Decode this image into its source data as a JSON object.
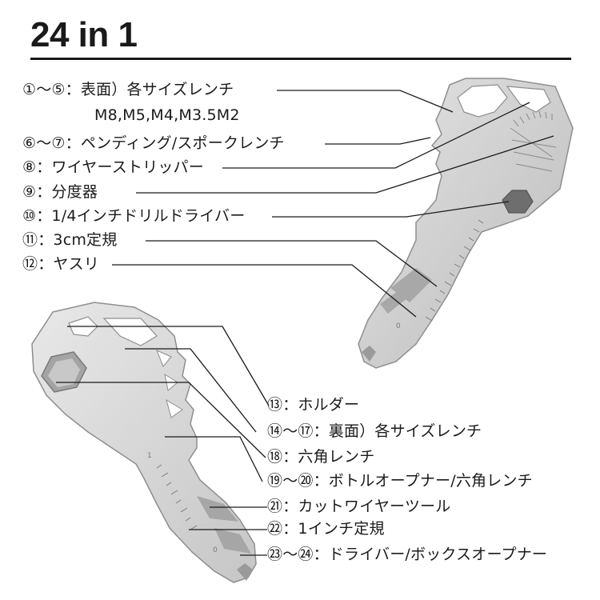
{
  "title": "24 in 1",
  "labels_top": [
    {
      "text": "①〜⑤：表面）各サイズレンチ"
    },
    {
      "text": "M8,M5,M4,M3.5M2"
    },
    {
      "text": "⑥〜⑦：ペンディング/スポークレンチ"
    },
    {
      "text": "⑧：ワイヤーストリッパー"
    },
    {
      "text": "⑨：分度器"
    },
    {
      "text": "⑩：1/4インチドリルドライバー"
    },
    {
      "text": "⑪：3cm定規"
    },
    {
      "text": "⑫：ヤスリ"
    }
  ],
  "labels_bottom": [
    {
      "text": "⑬：ホルダー"
    },
    {
      "text": "⑭〜⑰：裏面）各サイズレンチ"
    },
    {
      "text": "⑱：六角レンチ"
    },
    {
      "text": "⑲〜⑳：ボトルオープナー/六角レンチ"
    },
    {
      "text": "㉑：カットワイヤーツール"
    },
    {
      "text": "㉒：1インチ定規"
    },
    {
      "text": "㉓〜㉔：ドライバー/ボックスオープナー"
    }
  ],
  "tool_marks": {
    "top_ruler_zero": "0",
    "bottom_ruler_zero": "0",
    "bottom_ruler_one": "1"
  }
}
